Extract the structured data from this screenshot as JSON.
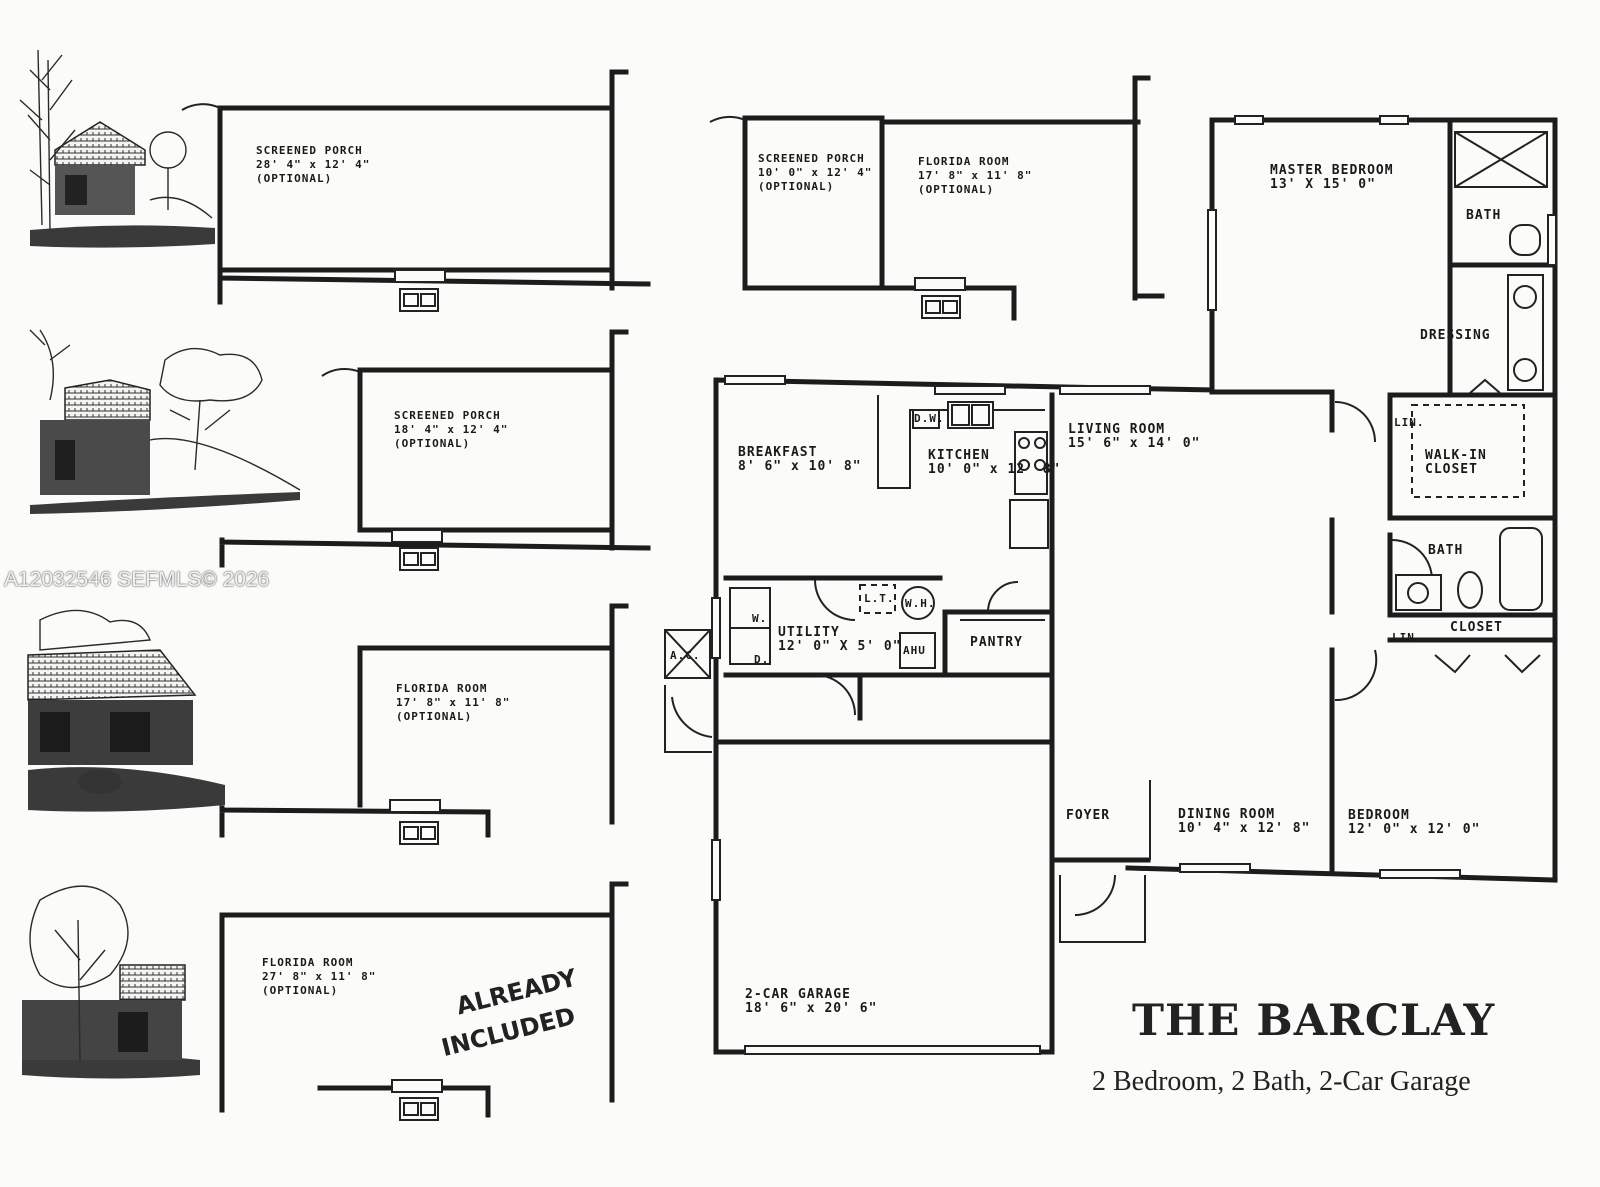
{
  "title": "THE BARCLAY",
  "subtitle": "2 Bedroom, 2 Bath, 2-Car Garage",
  "watermark": "A12032546  SEFMLS© 2026",
  "handwritten_note": [
    "ALREADY",
    "INCLUDED"
  ],
  "rooms": {
    "master_bedroom": {
      "name": "MASTER BEDROOM",
      "dim": "13' X 15' 0\""
    },
    "master_bath": {
      "name": "BATH"
    },
    "dressing": {
      "name": "DRESSING"
    },
    "lin_1": {
      "name": "LIN."
    },
    "walk_in_closet": {
      "name": "WALK-IN",
      "name2": "CLOSET"
    },
    "bath_2": {
      "name": "BATH"
    },
    "lin_2": {
      "name": "LIN."
    },
    "closet": {
      "name": "CLOSET"
    },
    "bedroom": {
      "name": "BEDROOM",
      "dim": "12' 0\" x 12' 0\""
    },
    "living_room": {
      "name": "LIVING ROOM",
      "dim": "15' 6\" x 14' 0\""
    },
    "dining_room": {
      "name": "DINING ROOM",
      "dim": "10' 4\" x 12' 8\""
    },
    "foyer": {
      "name": "FOYER"
    },
    "breakfast": {
      "name": "BREAKFAST",
      "dim": "8' 6\" x 10' 8\""
    },
    "kitchen": {
      "name": "KITCHEN",
      "dim": "10' 0\" x 12' 8\""
    },
    "dw": {
      "name": "D.W."
    },
    "utility": {
      "name": "UTILITY",
      "dim": "12' 0\" X 5' 0\""
    },
    "lt": {
      "name": "L.T."
    },
    "wh": {
      "name": "W.H."
    },
    "ahu": {
      "name": "AHU"
    },
    "washer": {
      "name": "W."
    },
    "dryer": {
      "name": "D."
    },
    "pantry": {
      "name": "PANTRY"
    },
    "ac": {
      "name": "A.C."
    },
    "garage": {
      "name": "2-CAR GARAGE",
      "dim": "18' 6\" x 20' 6\""
    },
    "screened_porch_small": {
      "name": "SCREENED PORCH",
      "dim": "10' 0\" x 12' 4\"",
      "note": "(OPTIONAL)"
    },
    "florida_room_main": {
      "name": "FLORIDA ROOM",
      "dim": "17' 8\" x 11' 8\"",
      "note": "(OPTIONAL)"
    }
  },
  "options": [
    {
      "name": "SCREENED  PORCH",
      "dim": "28' 4\" x 12' 4\"",
      "note": "(OPTIONAL)"
    },
    {
      "name": "SCREENED  PORCH",
      "dim": "18' 4\" x 12' 4\"",
      "note": "(OPTIONAL)"
    },
    {
      "name": "FLORIDA ROOM",
      "dim": "17' 8\" x 11' 8\"",
      "note": "(OPTIONAL)"
    },
    {
      "name": "FLORIDA ROOM",
      "dim": "27' 8\" x 11' 8\"",
      "note": "(OPTIONAL)"
    }
  ]
}
